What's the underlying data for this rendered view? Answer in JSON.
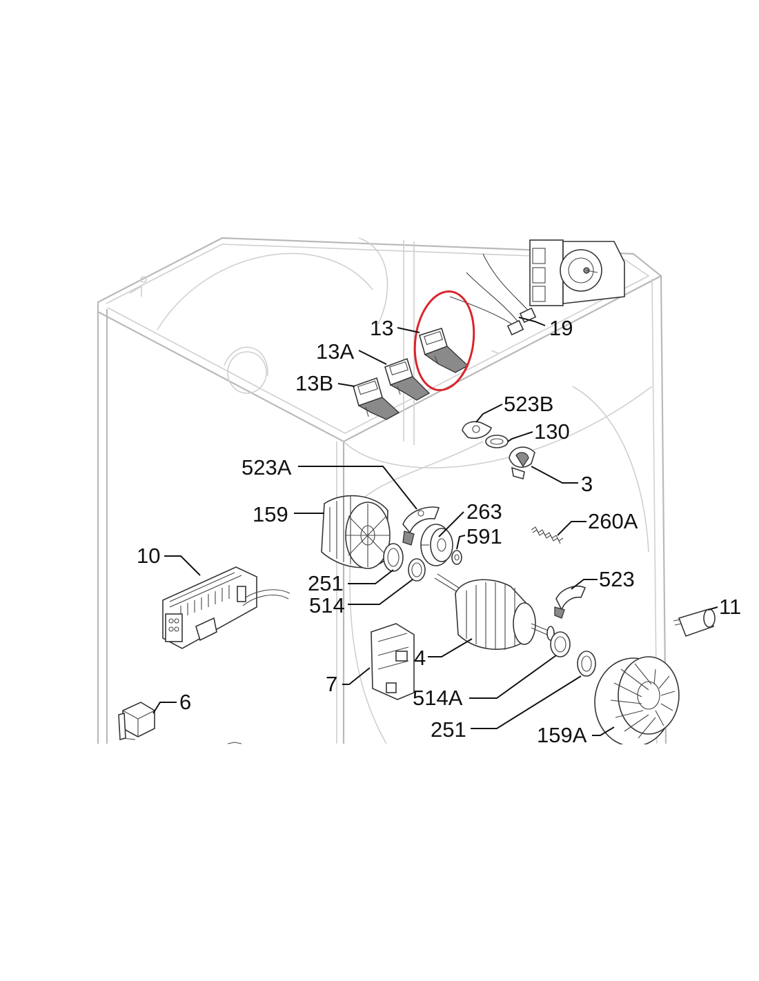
{
  "diagram": {
    "highlight_color": "#d9252b",
    "line_color": "#111111",
    "cabinet_color": "#b9b9b9",
    "labels": {
      "l13": "13",
      "l13A": "13A",
      "l13B": "13B",
      "l19": "19",
      "l523B": "523B",
      "l130": "130",
      "l3": "3",
      "l523A": "523A",
      "l159": "159",
      "l263": "263",
      "l591": "591",
      "l260A": "260A",
      "l10": "10",
      "l251a": "251",
      "l514": "514",
      "l523": "523",
      "l11": "11",
      "l4": "4",
      "l7": "7",
      "l514A": "514A",
      "l6": "6",
      "l251b": "251",
      "l159A": "159A"
    }
  }
}
